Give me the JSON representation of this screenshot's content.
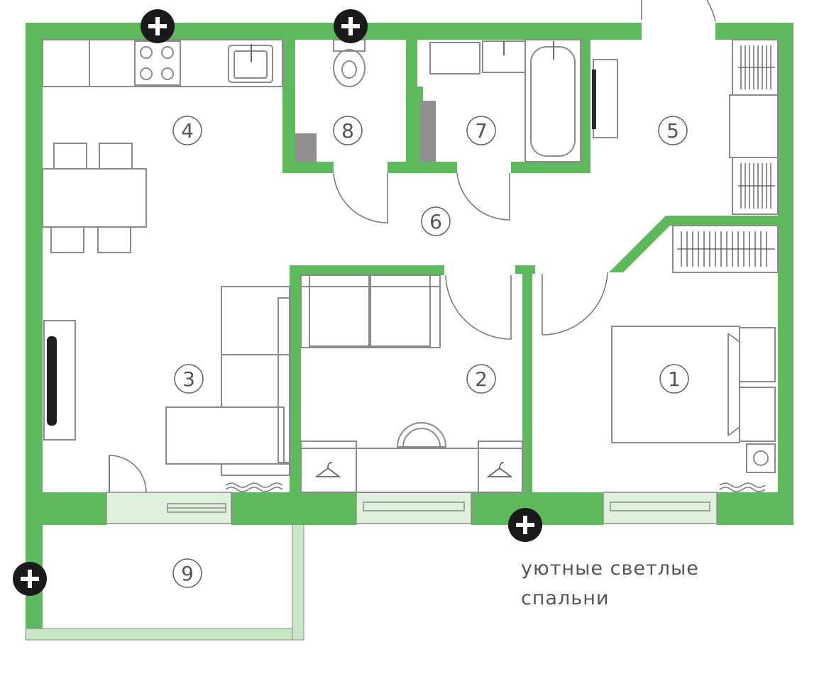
{
  "colors": {
    "wall": "#5db95b",
    "balcony_wall": "#c7e6c3",
    "marker": "#1a1a1a",
    "label": "#555555"
  },
  "rooms": [
    {
      "id": "room-1",
      "label": "1"
    },
    {
      "id": "room-2",
      "label": "2"
    },
    {
      "id": "room-3",
      "label": "3"
    },
    {
      "id": "room-4",
      "label": "4"
    },
    {
      "id": "room-5",
      "label": "5"
    },
    {
      "id": "room-6",
      "label": "6"
    },
    {
      "id": "room-7",
      "label": "7"
    },
    {
      "id": "room-8",
      "label": "8"
    },
    {
      "id": "room-9",
      "label": "9"
    }
  ],
  "caption": {
    "line1": "уютные светлые",
    "line2": "спальни"
  },
  "markers": {
    "icon": "plus-circle-icon",
    "glyph": "+"
  }
}
